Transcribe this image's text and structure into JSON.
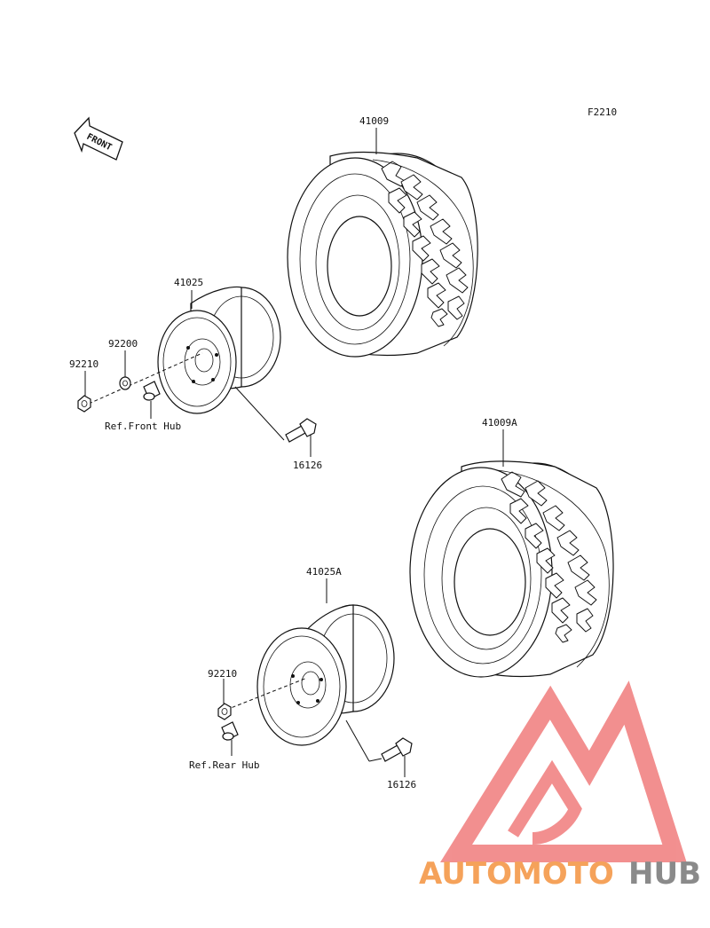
{
  "figure_code": "F2210",
  "front_arrow_text": "FRONT",
  "labels": {
    "tire_front": "41009",
    "tire_rear": "41009A",
    "wheel_front": "41025",
    "wheel_rear": "41025A",
    "washer_front": "92200",
    "nut_front": "92210",
    "nut_rear": "92210",
    "valve_front": "16126",
    "valve_rear": "16126",
    "ref_front_hub": "Ref.Front Hub",
    "ref_rear_hub": "Ref.Rear Hub"
  },
  "watermark": {
    "part1": "AUTOMOTO",
    "part2": "HUB",
    "color_orange": "#f5a25a",
    "color_red": "#f07c7c",
    "color_gray": "#8a8a8a"
  },
  "line_color": "#111111"
}
